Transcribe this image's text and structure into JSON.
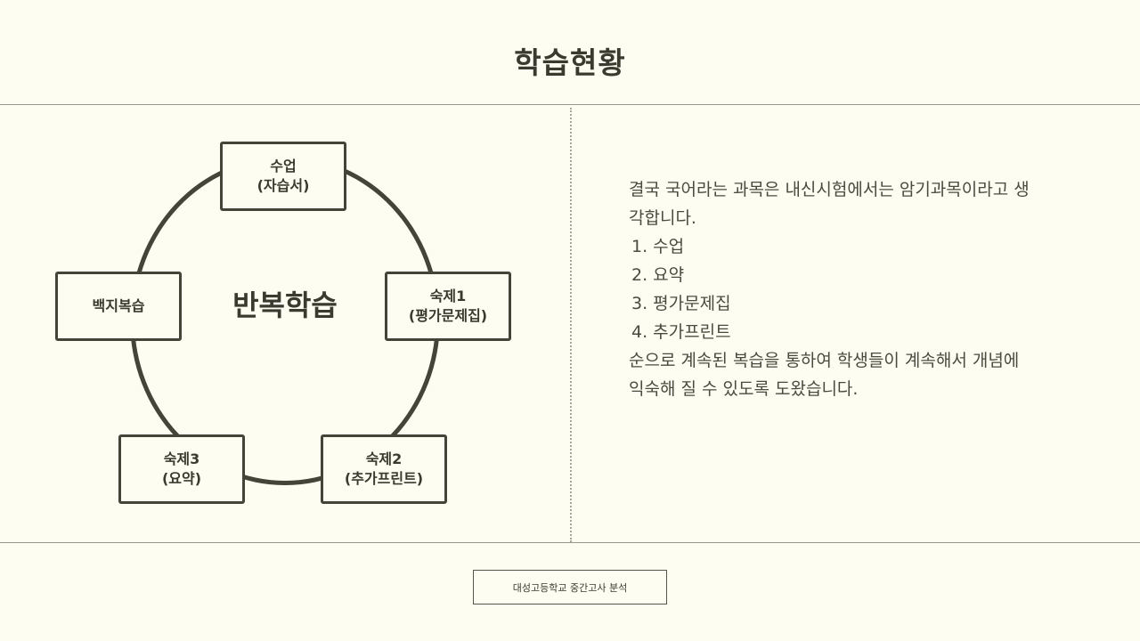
{
  "title": "학습현황",
  "diagram": {
    "center": "반복학습",
    "nodes": [
      {
        "line1": "수업",
        "line2": "(자습서)"
      },
      {
        "line1": "숙제1",
        "line2": "(평가문제집)"
      },
      {
        "line1": "숙제2",
        "line2": "(추가프린트)"
      },
      {
        "line1": "숙제3",
        "line2": "(요약)"
      },
      {
        "line1": "백지복습",
        "line2": ""
      }
    ]
  },
  "description": {
    "intro_line1": "결국 국어라는 과목은 내신시험에서는 암기과목이라고 생",
    "intro_line2": "각합니다.",
    "items": [
      "1. 수업",
      "2. 요약",
      "3. 평가문제집",
      "4. 추가프린트"
    ],
    "outro_line1": "순으로 계속된 복습을 통하여 학생들이 계속해서 개념에",
    "outro_line2": "익숙해 질 수 있도록 도왔습니다."
  },
  "footer": "대성고등학교 중간고사 분석"
}
